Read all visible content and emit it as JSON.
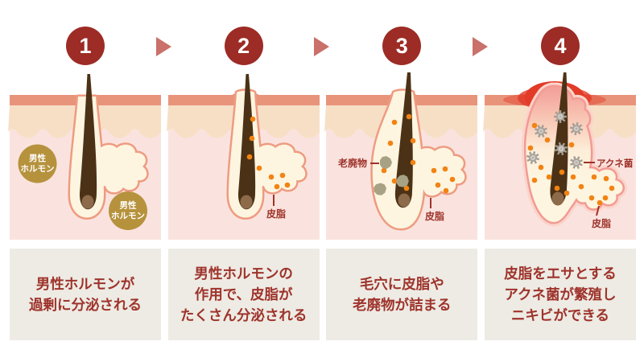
{
  "steps": [
    {
      "number": "1",
      "caption_lines": [
        "男性ホルモンが",
        "過剰に分泌される"
      ],
      "labels": {
        "hormone1_line1": "男性",
        "hormone1_line2": "ホルモン",
        "hormone2_line1": "男性",
        "hormone2_line2": "ホルモン"
      }
    },
    {
      "number": "2",
      "caption_lines": [
        "男性ホルモンの",
        "作用で、皮脂が",
        "たくさん分泌される"
      ],
      "labels": {
        "sebum": "皮脂"
      }
    },
    {
      "number": "3",
      "caption_lines": [
        "毛穴に皮脂や",
        "老廃物が詰まる"
      ],
      "labels": {
        "waste": "老廃物",
        "sebum": "皮脂"
      }
    },
    {
      "number": "4",
      "caption_lines": [
        "皮脂をエサとする",
        "アクネ菌が繁殖し",
        "ニキビができる"
      ],
      "labels": {
        "acne_bacteria": "アクネ菌",
        "sebum": "皮脂"
      }
    }
  ],
  "colors": {
    "step_circle": "#9c2c25",
    "arrow": "#c9716a",
    "caption_bg": "#edebe4",
    "caption_text": "#9e332b",
    "skin_top_band": "#e8947b",
    "skin_mid_layer": "#f7dfc6",
    "skin_dermis": "#fae3de",
    "follicle_fill": "#fdf5e0",
    "follicle_stroke": "#ee9b81",
    "hair": "#4b3216",
    "sebum_dot": "#f28312",
    "hormone_badge": "#b6923d",
    "waste_blob": "#a8a284",
    "bacteria": "#a39e96",
    "inflammation": "#e23b28"
  }
}
